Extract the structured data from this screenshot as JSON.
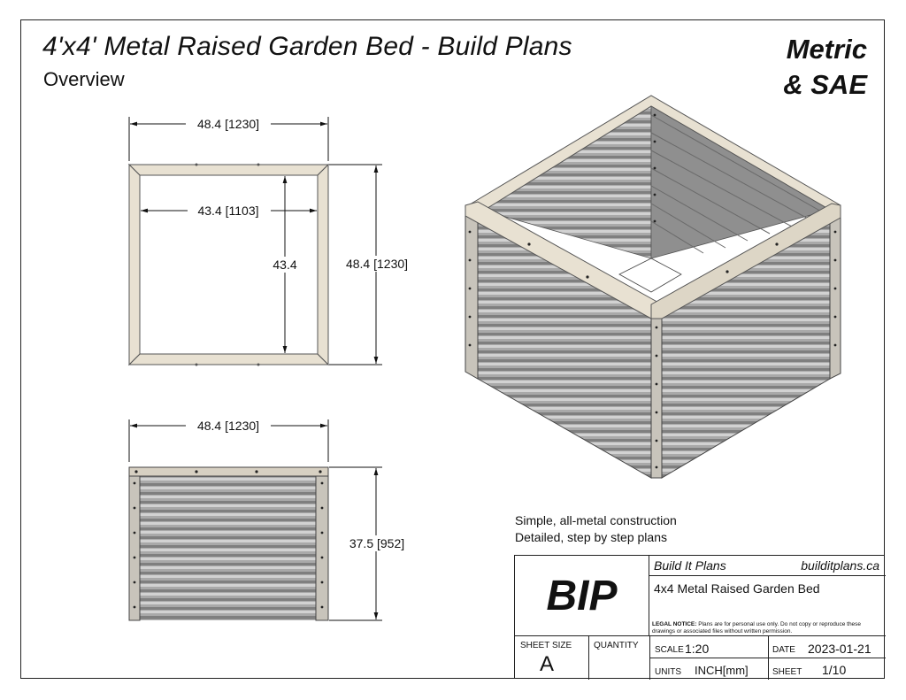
{
  "header": {
    "title": "4'x4' Metal Raised Garden Bed - Build Plans",
    "subtitle": "Overview",
    "units_line1": "Metric",
    "units_line2": "& SAE"
  },
  "top_view": {
    "outer_width": "48.4 [1230]",
    "inner_width": "43.4 [1103]",
    "inner_depth": "43.4",
    "outer_depth": "48.4 [1230]"
  },
  "front_view": {
    "width": "48.4 [1230]",
    "height": "37.5 [952]"
  },
  "features": [
    "Simple, all-metal construction",
    "Detailed, step by step plans"
  ],
  "title_block": {
    "logo": "BIP",
    "company": "Build It Plans",
    "website": "builditplans.ca",
    "project": "4x4 Metal Raised Garden Bed",
    "legal_label": "LEGAL NOTICE:",
    "legal_text": "Plans are for personal use only. Do not copy or reproduce these drawings or associated files without written permission.",
    "sheet_size_label": "SHEET SIZE",
    "sheet_size": "A",
    "quantity_label": "QUANTITY",
    "scale_label": "SCALE",
    "scale": "1:20",
    "date_label": "DATE",
    "date": "2023-01-21",
    "units_label": "UNITS",
    "units": "INCH[mm]",
    "sheet_label": "SHEET",
    "sheet": "1/10"
  },
  "colors": {
    "frame": "#e8e1d2",
    "frame_stroke": "#555555",
    "panel_light": "#bdbdbd",
    "panel_dark": "#8a8a8a",
    "bolt": "#333333"
  }
}
